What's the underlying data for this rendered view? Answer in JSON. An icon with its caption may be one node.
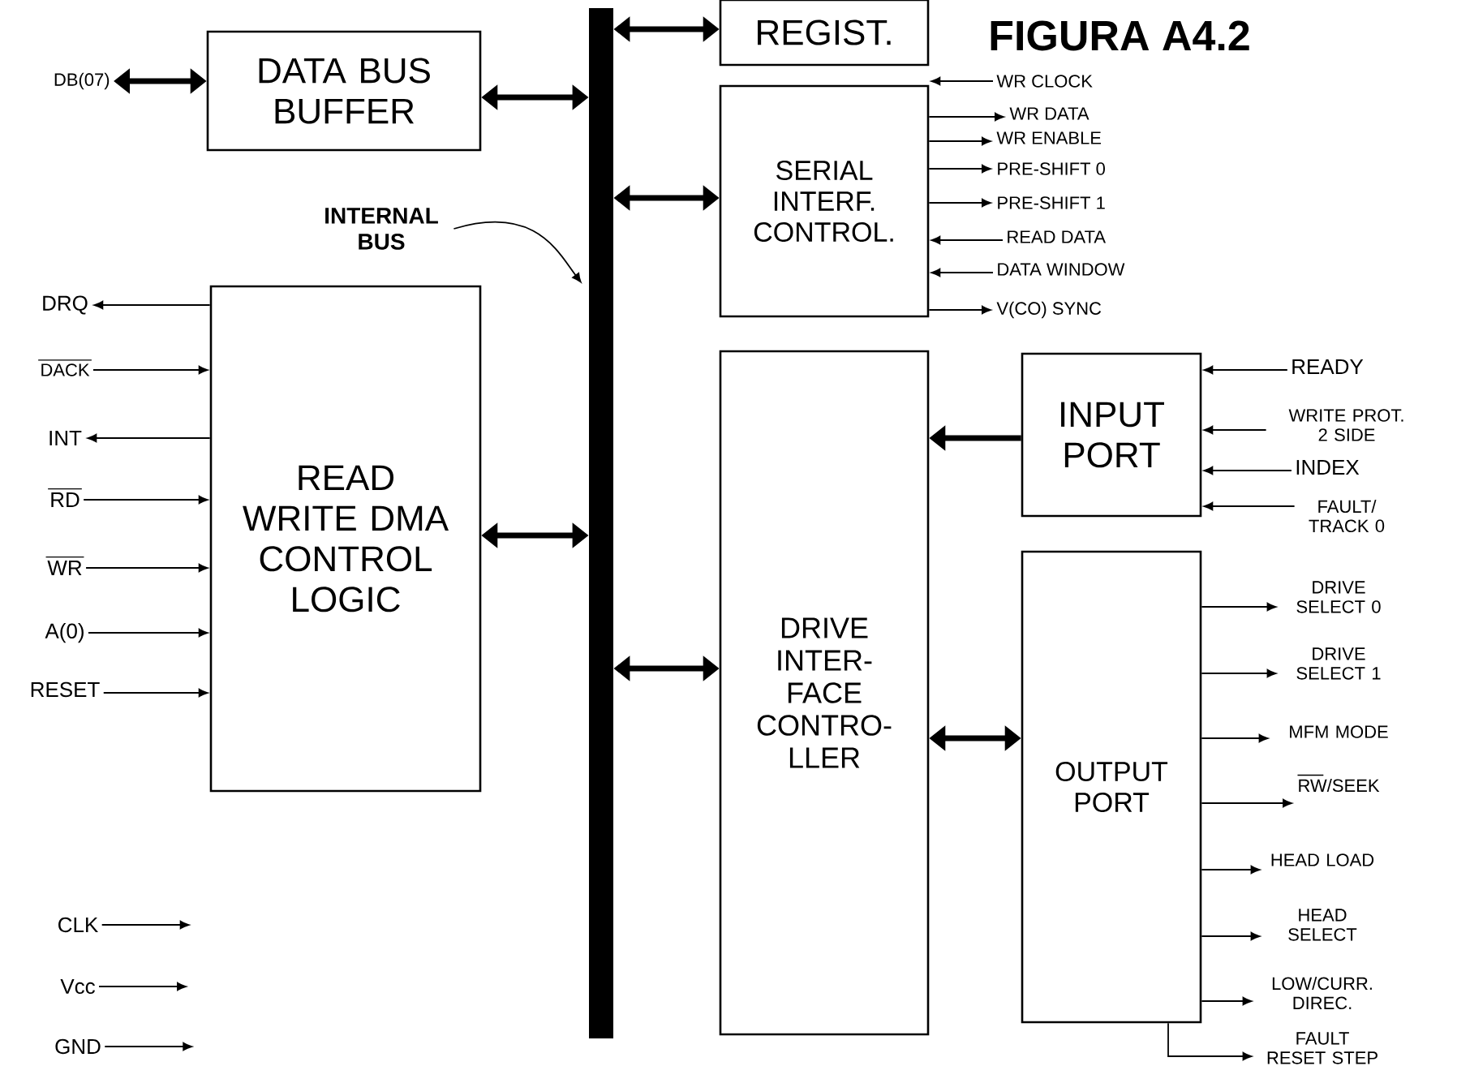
{
  "diagram": {
    "title": "FIGURA A4.2",
    "nodes": [
      {
        "text": [
          "DATA BUS BUFFER"
        ]
      },
      {
        "text": [
          "REGIST."
        ]
      },
      {
        "text": [
          "SERIAL INTERF. CONTROL."
        ]
      },
      {
        "text": [
          "READ WRITE DMA CONTROL LOGIC"
        ]
      },
      {
        "text": [
          "DRIVE INTER- FACE CONTRO- LLER"
        ]
      },
      {
        "text": [
          "INPUT PORT"
        ]
      },
      {
        "text": [
          "OUTPUT PORT"
        ]
      },
      {
        "text": [],
        "shape": "bar"
      },
      {
        "text": [
          "INTERNAL BUS"
        ]
      },
      {
        "text": [
          "DB(07)"
        ]
      },
      {
        "text": [
          "DRQ"
        ]
      },
      {
        "text": [
          "DACK"
        ]
      },
      {
        "text": [
          "INT"
        ]
      },
      {
        "text": [
          "RD"
        ]
      },
      {
        "text": [
          "WR"
        ]
      },
      {
        "text": [
          "A(0)"
        ]
      },
      {
        "text": [
          "RESET"
        ]
      },
      {
        "text": [
          "CLK"
        ]
      },
      {
        "text": [
          "Vcc"
        ]
      },
      {
        "text": [
          "GND"
        ]
      },
      {
        "text": [
          "WR CLOCK"
        ]
      },
      {
        "text": [
          "WR DATA"
        ]
      },
      {
        "text": [
          "WR ENABLE"
        ]
      },
      {
        "text": [
          "PRE-SHIFT 0"
        ]
      },
      {
        "text": [
          "PRE-SHIFT 1"
        ]
      },
      {
        "text": [
          "READ DATA"
        ]
      },
      {
        "text": [
          "DATA WINDOW"
        ]
      },
      {
        "text": [
          "V(CO) SYNC"
        ]
      },
      {
        "text": [
          "READY"
        ]
      },
      {
        "text": [
          "WRITE PROT. 2 SIDE"
        ]
      },
      {
        "text": [
          "INDEX"
        ]
      },
      {
        "text": [
          "FAULT/ TRACK 0"
        ]
      },
      {
        "text": [
          "DRIVE SELECT 0"
        ]
      },
      {
        "text": [
          "DRIVE SELECT 1"
        ]
      },
      {
        "text": [
          "MFM MODE"
        ]
      },
      {
        "text": [
          "RW/SEEK"
        ]
      },
      {
        "text": [
          "HEAD LOAD"
        ]
      },
      {
        "text": [
          "HEAD SELECT"
        ]
      },
      {
        "text": [
          "LOW/CURR. DIREC."
        ]
      },
      {
        "text": [
          "FAULT RESET STEP"
        ]
      }
    ],
    "edges": [
      {
        "from": 9,
        "to": 0,
        "arrow": "both",
        "style": "thick"
      },
      {
        "from": 0,
        "to": 7,
        "arrow": "both",
        "style": "thick"
      },
      {
        "from": 7,
        "to": 1,
        "arrow": "both",
        "style": "thick"
      },
      {
        "from": 7,
        "to": 2,
        "arrow": "both",
        "style": "thick"
      },
      {
        "from": 3,
        "to": 7,
        "arrow": "both",
        "style": "thick"
      },
      {
        "from": 7,
        "to": 4,
        "arrow": "both",
        "style": "thick"
      },
      {
        "from": 5,
        "to": 4,
        "arrow": "to",
        "style": "thick"
      },
      {
        "from": 4,
        "to": 6,
        "arrow": "both",
        "style": "thick"
      },
      {
        "from": 8,
        "to": 7,
        "arrow": "to"
      },
      {
        "from": 3,
        "to": 10,
        "arrow": "to"
      },
      {
        "from": 11,
        "to": 3,
        "arrow": "to"
      },
      {
        "from": 3,
        "to": 12,
        "arrow": "to"
      },
      {
        "from": 13,
        "to": 3,
        "arrow": "to"
      },
      {
        "from": 14,
        "to": 3,
        "arrow": "to"
      },
      {
        "from": 15,
        "to": 3,
        "arrow": "to"
      },
      {
        "from": 16,
        "to": 3,
        "arrow": "to"
      },
      {
        "from": 17,
        "to": null,
        "arrow": "to"
      },
      {
        "from": 18,
        "to": null,
        "arrow": "to"
      },
      {
        "from": 19,
        "to": null,
        "arrow": "to"
      },
      {
        "from": 20,
        "to": 2,
        "arrow": "to"
      },
      {
        "from": 2,
        "to": 21,
        "arrow": "to"
      },
      {
        "from": 2,
        "to": 22,
        "arrow": "to"
      },
      {
        "from": 2,
        "to": 23,
        "arrow": "to"
      },
      {
        "from": 2,
        "to": 24,
        "arrow": "to"
      },
      {
        "from": 25,
        "to": 2,
        "arrow": "to"
      },
      {
        "from": 26,
        "to": 2,
        "arrow": "to"
      },
      {
        "from": 2,
        "to": 27,
        "arrow": "to"
      },
      {
        "from": 28,
        "to": 5,
        "arrow": "to"
      },
      {
        "from": 29,
        "to": 5,
        "arrow": "to"
      },
      {
        "from": 30,
        "to": 5,
        "arrow": "to"
      },
      {
        "from": 31,
        "to": 5,
        "arrow": "to"
      },
      {
        "from": 6,
        "to": 32,
        "arrow": "to"
      },
      {
        "from": 6,
        "to": 33,
        "arrow": "to"
      },
      {
        "from": 6,
        "to": 34,
        "arrow": "to"
      },
      {
        "from": 6,
        "to": 35,
        "arrow": "to"
      },
      {
        "from": 6,
        "to": 36,
        "arrow": "to"
      },
      {
        "from": 6,
        "to": 37,
        "arrow": "to"
      },
      {
        "from": 6,
        "to": 38,
        "arrow": "to"
      },
      {
        "from": 6,
        "to": 39,
        "arrow": "to"
      }
    ]
  }
}
